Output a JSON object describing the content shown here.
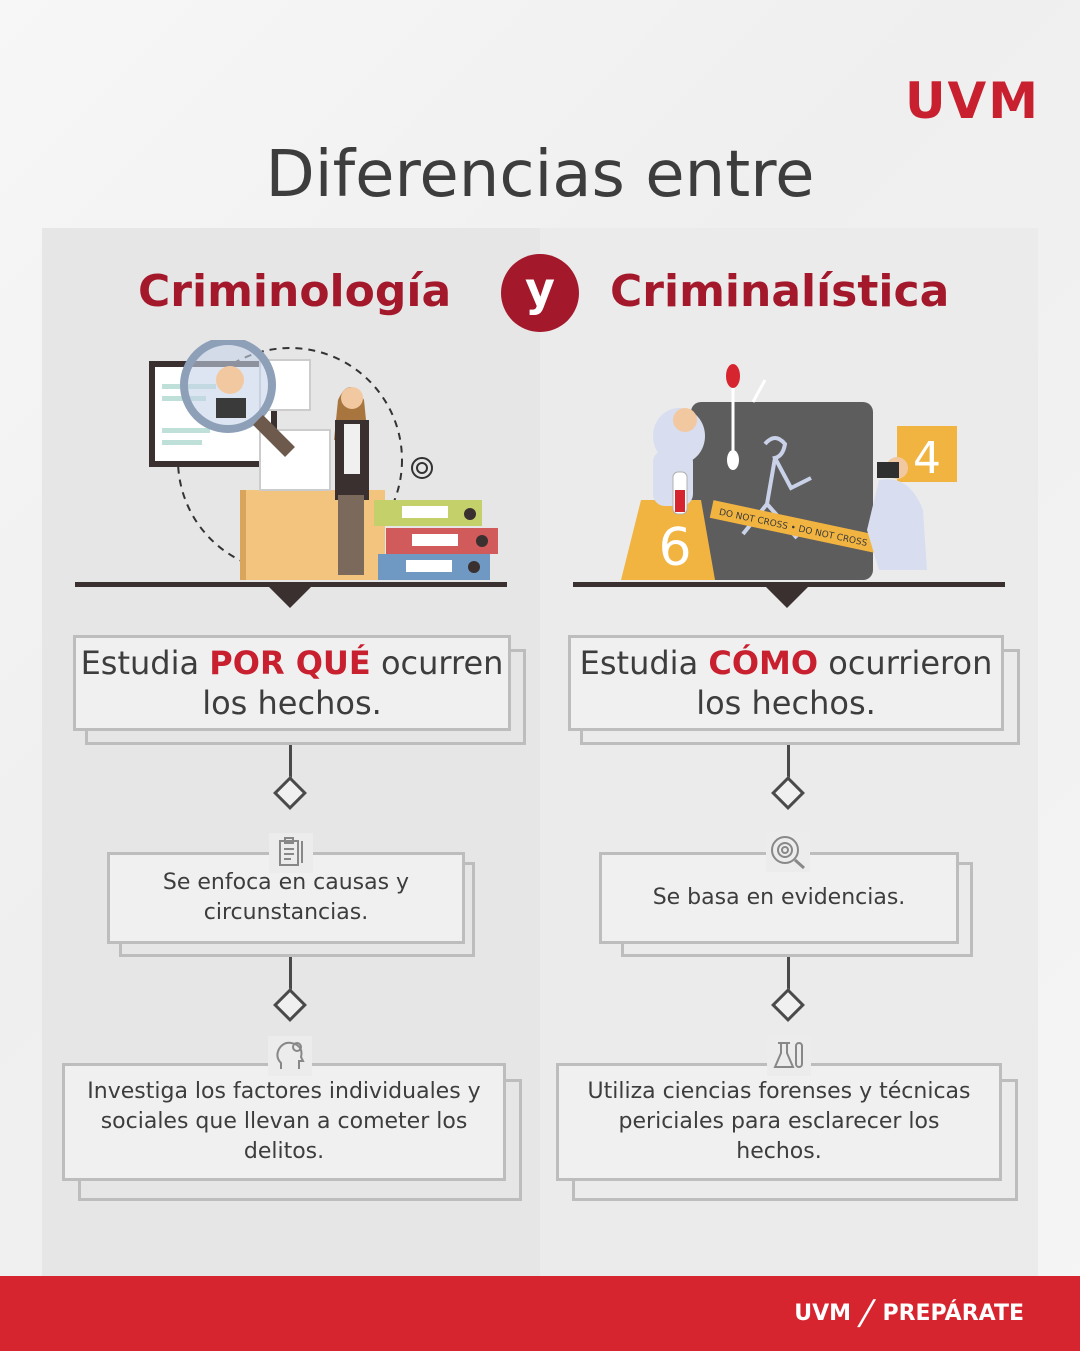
{
  "brand": {
    "logo": "UVM"
  },
  "title": "Diferencias entre",
  "headings": {
    "left": "Criminología",
    "conjunction": "y",
    "right": "Criminalística"
  },
  "left": {
    "main": {
      "pre": "Estudia ",
      "highlight": "POR QUÉ",
      "post": " ocurren los hechos."
    },
    "point1": "Se enfoca en causas y circunstancias.",
    "point2": "Investiga los factores individuales y sociales que llevan a cometer los delitos."
  },
  "right": {
    "main": {
      "pre": "Estudia ",
      "highlight": "CÓMO",
      "post": " ocurrieron los hechos."
    },
    "point1": "Se basa en evidencias.",
    "point2": "Utiliza ciencias forenses y técnicas periciales para esclarecer los hechos.",
    "marker_left": "6",
    "marker_right": "4",
    "tape": "DO NOT CROSS • DO NOT CROSS • DO NO"
  },
  "footer": {
    "logo": "UVM",
    "tagline": "PREPÁRATE"
  },
  "colors": {
    "brand_red": "#c8202f",
    "heading_red": "#a3182a",
    "footer_red": "#d72530"
  },
  "icons": {
    "left_point1": "clipboard-icon",
    "left_point2": "head-gear-icon",
    "right_point1": "fingerprint-search-icon",
    "right_point2": "lab-flask-icon"
  }
}
